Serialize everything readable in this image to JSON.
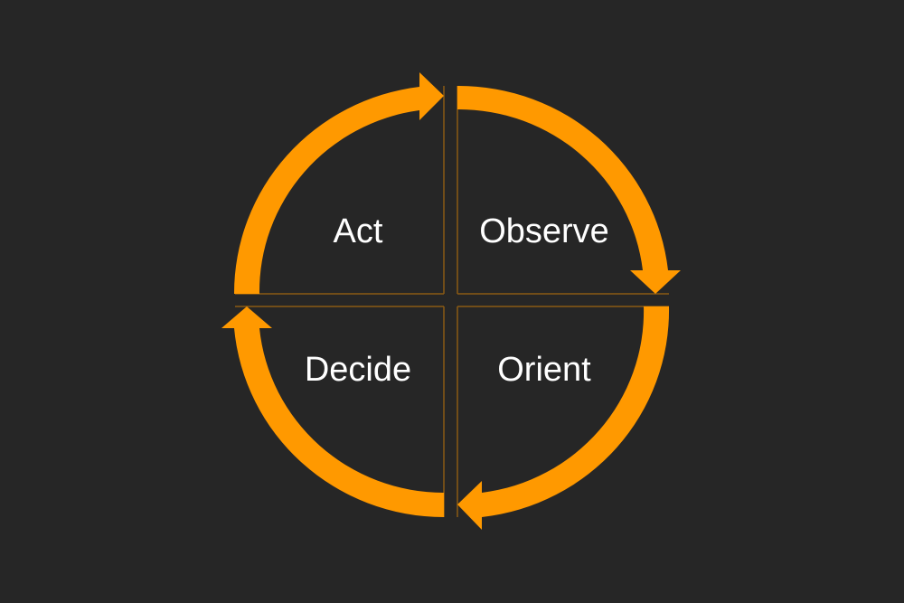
{
  "diagram": {
    "type": "cycle",
    "colors": {
      "background": "#262626",
      "arrow": "#ff9900",
      "divider": "#8a5a14",
      "label": "#ffffff"
    },
    "stages": [
      {
        "id": "observe",
        "label": "Observe"
      },
      {
        "id": "orient",
        "label": "Orient"
      },
      {
        "id": "decide",
        "label": "Decide"
      },
      {
        "id": "act",
        "label": "Act"
      }
    ],
    "flow": [
      "observe",
      "orient",
      "decide",
      "act",
      "observe"
    ]
  }
}
